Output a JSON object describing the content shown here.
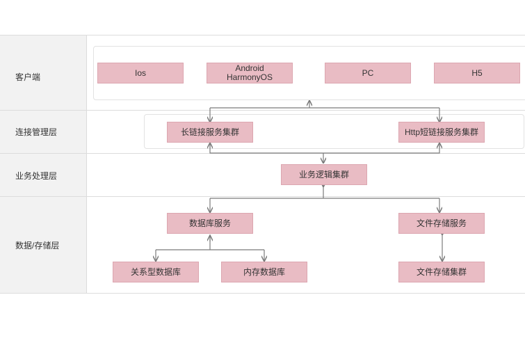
{
  "layers": {
    "client": "客户端",
    "connection": "连接管理层",
    "business": "业务处理层",
    "storage": "数据/存储层"
  },
  "nodes": {
    "ios": "Ios",
    "android": "Android\nHarmonyOS",
    "pc": "PC",
    "h5": "H5",
    "long_conn": "长链接服务集群",
    "http_short": "Http短链接服务集群",
    "logic_cluster": "业务逻辑集群",
    "db_service": "数据库服务",
    "file_service": "文件存储服务",
    "relational_db": "关系型数据库",
    "memory_db": "内存数据库",
    "file_cluster": "文件存储集群"
  },
  "colors": {
    "node_fill": "#e9bcc4",
    "node_border": "#dca6b0",
    "label_column": "#f2f2f2",
    "connector": "#7a7a7a",
    "grid_line": "#dcdcdc"
  }
}
